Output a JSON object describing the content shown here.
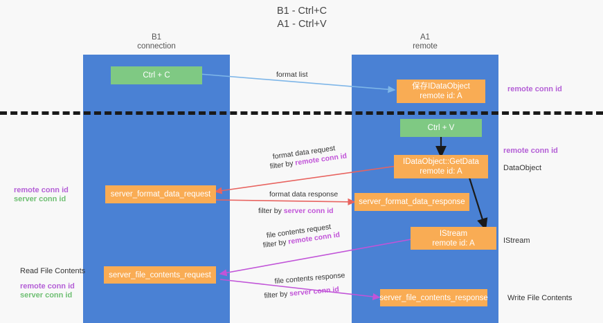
{
  "title": "B1 - Ctrl+C\nA1 - Ctrl+V",
  "columns": [
    {
      "name": "b1",
      "header": "B1\nconnection"
    },
    {
      "name": "a1",
      "header": "A1\nremote"
    }
  ],
  "nodes": {
    "ctrl_c": "Ctrl + C",
    "ctrl_v": "Ctrl + V",
    "save_idataobject": "保存IDataObject\nremote id: A",
    "getdata": "IDataObject::GetData\nremote id: A",
    "istream": "IStream\nremote id: A",
    "server_format_data_request": "server_format_data_request",
    "server_format_data_response": "server_format_data_response",
    "server_file_contents_request": "server_file_contents_request",
    "server_file_contents_response": "server_file_contents_response"
  },
  "edges": {
    "format_list": "format list",
    "format_data_request": "format data request",
    "format_data_request_filter_prefix": "filter by ",
    "format_data_request_filter_key": "remote conn id",
    "format_data_response": "format data response",
    "format_data_response_filter_prefix": "filter by ",
    "format_data_response_filter_key": "server conn id",
    "file_contents_request": "file contents request",
    "file_contents_request_filter_prefix": "filter by ",
    "file_contents_request_filter_key": "remote conn id",
    "file_contents_response": "file contents response",
    "file_contents_response_filter_prefix": "filter by ",
    "file_contents_response_filter_key": "server conn id"
  },
  "annotations": {
    "right_remote_conn_id_top": "remote conn id",
    "right_remote_conn_id_mid": "remote conn id",
    "right_dataobject": "DataObject",
    "right_istream": "IStream",
    "right_write_file_contents": "Write File Contents",
    "left_remote_conn_id_mid": "remote conn id",
    "left_server_conn_id_mid": "server conn id",
    "left_read_file_contents": "Read File Contents",
    "left_remote_conn_id_bottom": "remote conn id",
    "left_server_conn_id_bottom": "server conn id"
  },
  "colors": {
    "lane": "#4a81d4",
    "green_node": "#7fc983",
    "orange_node": "#f9ac54",
    "accent_purple": "#b45fd6",
    "accent_green": "#6fbf73",
    "arrow_red": "#e8635f",
    "arrow_magenta": "#c154d8",
    "arrow_blue": "#7eb6e8",
    "arrow_black": "#1a1a1a",
    "divider": "#1a1a1a"
  }
}
